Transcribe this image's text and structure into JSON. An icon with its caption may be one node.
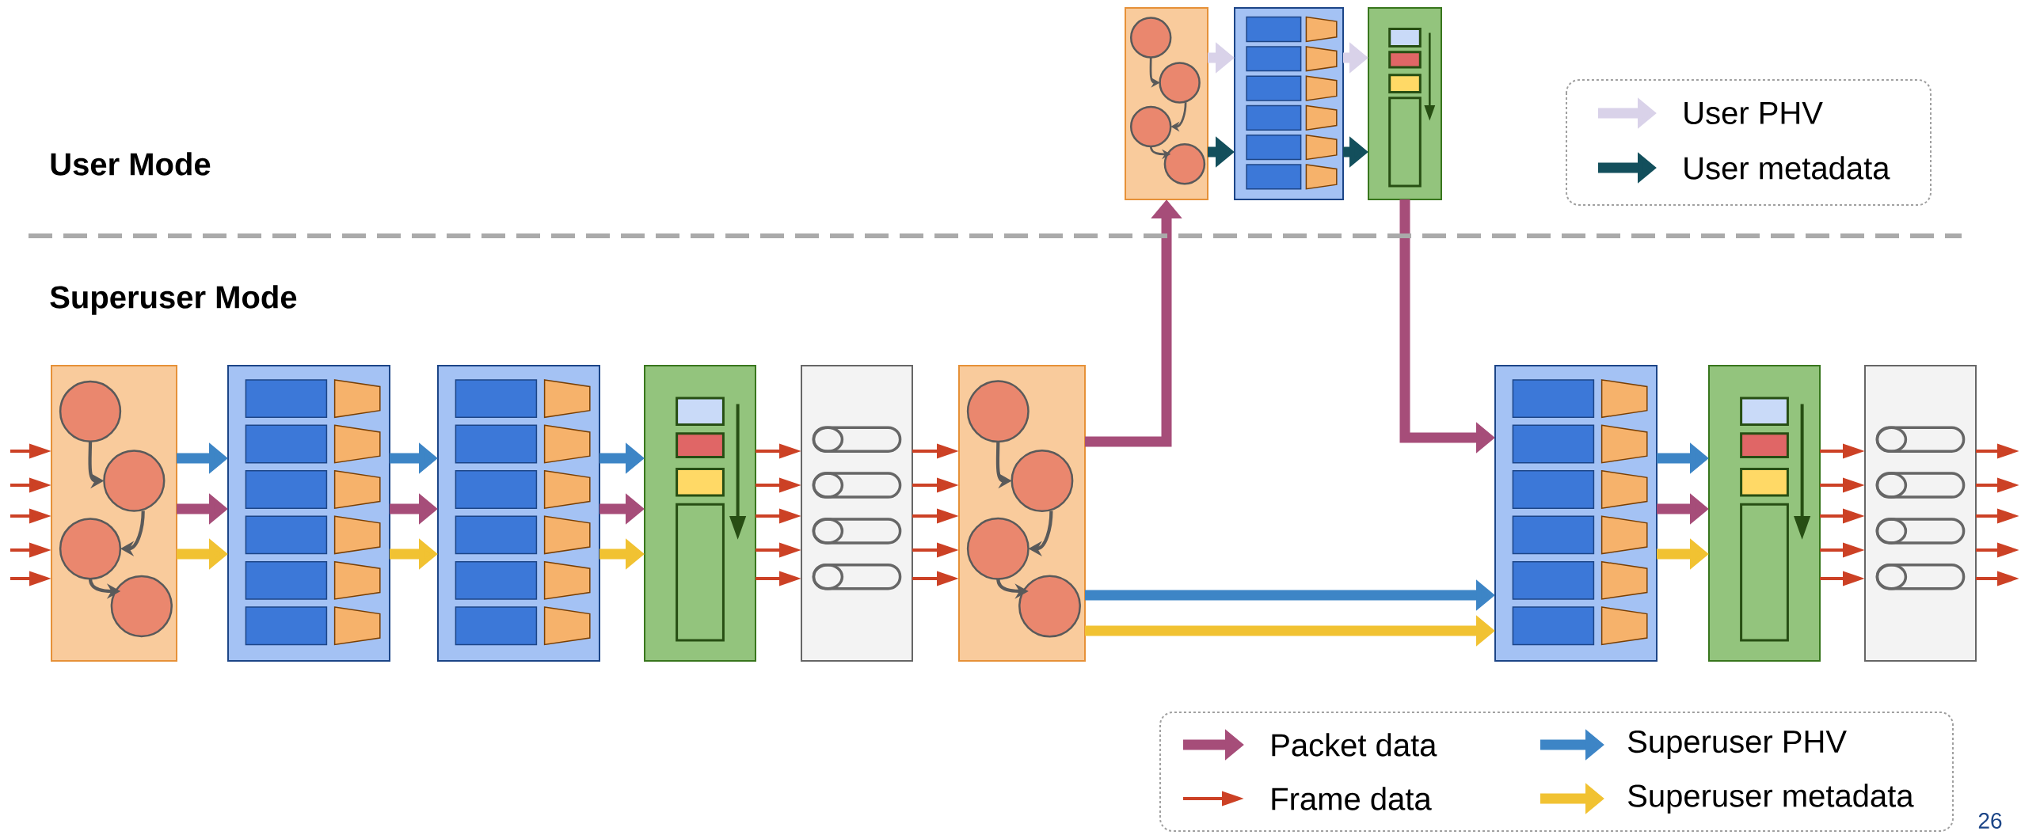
{
  "diagram": {
    "nodes": [
      {
        "text": [],
        "shape": "box"
      },
      {
        "text": [],
        "shape": "box"
      },
      {
        "text": [],
        "shape": "box"
      },
      {
        "text": [],
        "shape": "box"
      },
      {
        "text": [],
        "shape": "box"
      },
      {
        "text": [],
        "shape": "box"
      },
      {
        "text": [],
        "shape": "box"
      },
      {
        "text": [],
        "shape": "box"
      },
      {
        "text": [],
        "shape": "box"
      },
      {
        "text": [],
        "shape": "box"
      },
      {
        "text": [],
        "shape": "box"
      },
      {
        "text": [],
        "shape": "box"
      }
    ],
    "edges": [
      {
        "from": null,
        "to": 0,
        "arrow": "to",
        "color": "#cc4125"
      },
      {
        "from": null,
        "to": 0,
        "arrow": "to",
        "color": "#cc4125"
      },
      {
        "from": null,
        "to": 0,
        "arrow": "to",
        "color": "#cc4125"
      },
      {
        "from": null,
        "to": 0,
        "arrow": "to",
        "color": "#cc4125"
      },
      {
        "from": null,
        "to": 0,
        "arrow": "to",
        "color": "#cc4125"
      },
      {
        "from": 0,
        "to": 1,
        "arrow": "to",
        "style": "thick",
        "color": "#3d85c6"
      },
      {
        "from": 0,
        "to": 1,
        "arrow": "to",
        "style": "thick",
        "color": "#a64d79"
      },
      {
        "from": 0,
        "to": 1,
        "arrow": "to",
        "style": "thick",
        "color": "#f1c232"
      },
      {
        "from": 1,
        "to": 2,
        "arrow": "to",
        "style": "thick",
        "color": "#3d85c6"
      },
      {
        "from": 1,
        "to": 2,
        "arrow": "to",
        "style": "thick",
        "color": "#a64d79"
      },
      {
        "from": 1,
        "to": 2,
        "arrow": "to",
        "style": "thick",
        "color": "#f1c232"
      },
      {
        "from": 2,
        "to": 3,
        "arrow": "to",
        "style": "thick",
        "color": "#3d85c6"
      },
      {
        "from": 2,
        "to": 3,
        "arrow": "to",
        "style": "thick",
        "color": "#a64d79"
      },
      {
        "from": 2,
        "to": 3,
        "arrow": "to",
        "style": "thick",
        "color": "#f1c232"
      },
      {
        "from": 3,
        "to": 4,
        "arrow": "to",
        "color": "#cc4125"
      },
      {
        "from": 3,
        "to": 4,
        "arrow": "to",
        "color": "#cc4125"
      },
      {
        "from": 3,
        "to": 4,
        "arrow": "to",
        "color": "#cc4125"
      },
      {
        "from": 3,
        "to": 4,
        "arrow": "to",
        "color": "#cc4125"
      },
      {
        "from": 3,
        "to": 4,
        "arrow": "to",
        "color": "#cc4125"
      },
      {
        "from": 4,
        "to": 5,
        "arrow": "to",
        "color": "#cc4125"
      },
      {
        "from": 4,
        "to": 5,
        "arrow": "to",
        "color": "#cc4125"
      },
      {
        "from": 4,
        "to": 5,
        "arrow": "to",
        "color": "#cc4125"
      },
      {
        "from": 4,
        "to": 5,
        "arrow": "to",
        "color": "#cc4125"
      },
      {
        "from": 4,
        "to": 5,
        "arrow": "to",
        "color": "#cc4125"
      },
      {
        "from": 5,
        "to": 9,
        "arrow": "to",
        "style": "thick",
        "color": "#a64d79"
      },
      {
        "from": 5,
        "to": 6,
        "arrow": "to",
        "style": "thick",
        "color": "#3d85c6"
      },
      {
        "from": 5,
        "to": 6,
        "arrow": "to",
        "style": "thick",
        "color": "#f1c232"
      },
      {
        "from": 9,
        "to": 10,
        "arrow": "to",
        "style": "thick",
        "color": "#d9d2e9"
      },
      {
        "from": 9,
        "to": 10,
        "arrow": "to",
        "style": "thick",
        "color": "#134f5c"
      },
      {
        "from": 10,
        "to": 11,
        "arrow": "to",
        "style": "thick",
        "color": "#d9d2e9"
      },
      {
        "from": 10,
        "to": 11,
        "arrow": "to",
        "style": "thick",
        "color": "#134f5c"
      },
      {
        "from": 11,
        "to": 6,
        "arrow": "to",
        "style": "thick",
        "color": "#a64d79"
      },
      {
        "from": 6,
        "to": 7,
        "arrow": "to",
        "style": "thick",
        "color": "#3d85c6"
      },
      {
        "from": 6,
        "to": 7,
        "arrow": "to",
        "style": "thick",
        "color": "#a64d79"
      },
      {
        "from": 6,
        "to": 7,
        "arrow": "to",
        "style": "thick",
        "color": "#f1c232"
      },
      {
        "from": 7,
        "to": 8,
        "arrow": "to",
        "color": "#cc4125"
      },
      {
        "from": 7,
        "to": 8,
        "arrow": "to",
        "color": "#cc4125"
      },
      {
        "from": 7,
        "to": 8,
        "arrow": "to",
        "color": "#cc4125"
      },
      {
        "from": 7,
        "to": 8,
        "arrow": "to",
        "color": "#cc4125"
      },
      {
        "from": 7,
        "to": 8,
        "arrow": "to",
        "color": "#cc4125"
      },
      {
        "from": 8,
        "to": null,
        "arrow": "to",
        "color": "#cc4125"
      },
      {
        "from": 8,
        "to": null,
        "arrow": "to",
        "color": "#cc4125"
      },
      {
        "from": 8,
        "to": null,
        "arrow": "to",
        "color": "#cc4125"
      },
      {
        "from": 8,
        "to": null,
        "arrow": "to",
        "color": "#cc4125"
      },
      {
        "from": 8,
        "to": null,
        "arrow": "to",
        "color": "#cc4125"
      }
    ],
    "labels": [
      "User Mode",
      "Superuser Mode",
      "26"
    ],
    "legend": [
      {
        "text": "User PHV"
      },
      {
        "text": "User metadata"
      },
      {
        "text": "Packet data"
      },
      {
        "text": "Superuser PHV"
      },
      {
        "text": "Frame data"
      },
      {
        "text": "Superuser metadata"
      }
    ]
  }
}
